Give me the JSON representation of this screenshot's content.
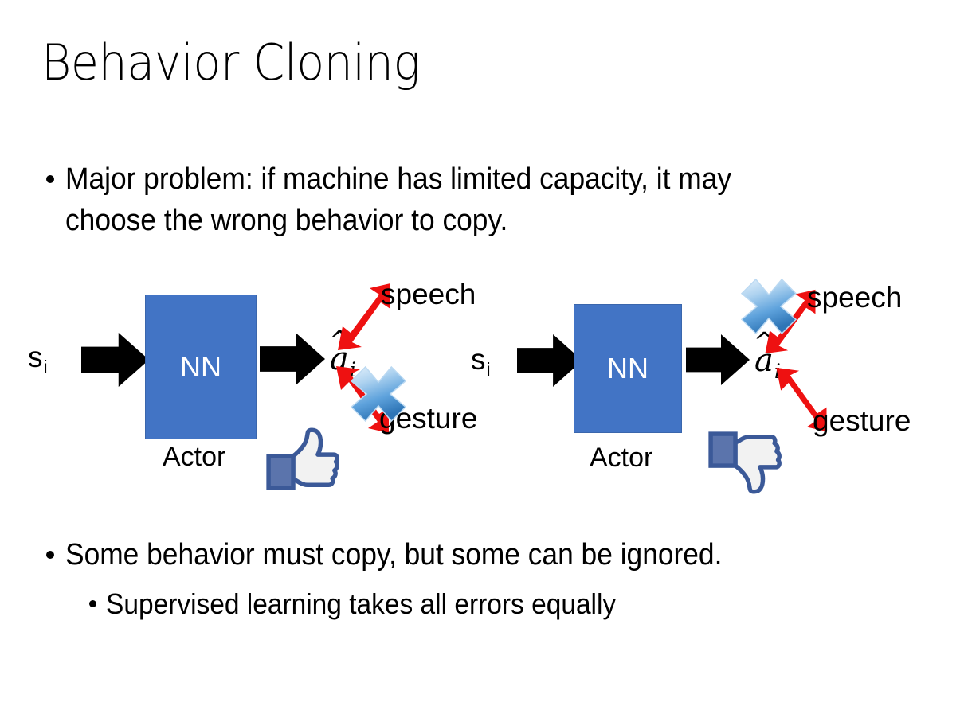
{
  "slide": {
    "title": "Behavior Cloning",
    "background_color": "#FFFFFF"
  },
  "bullets": [
    {
      "id": "major-problem",
      "level": 1,
      "text": "Major problem: if machine has limited capacity, it may choose the wrong behavior to copy."
    },
    {
      "id": "some-behavior",
      "level": 1,
      "text": "Some behavior must copy, but some can be ignored."
    },
    {
      "id": "supervised-learning",
      "level": 2,
      "text": "Supervised learning takes all errors equally"
    }
  ],
  "diagrams": [
    {
      "id": "left",
      "input_label": "s",
      "input_subscript": "i",
      "network_label": "NN",
      "network_caption": "Actor",
      "output_label": "a",
      "output_subscript": "i",
      "output_hat": "^",
      "branches": [
        {
          "name": "speech",
          "label": "speech",
          "direction": "up",
          "crossed_out": false
        },
        {
          "name": "gesture",
          "label": "gesture",
          "direction": "down",
          "crossed_out": true
        }
      ],
      "feedback_icon": "thumbs-up",
      "network_color": "#4274C5",
      "arrow_color": "#EE1111",
      "cross_color": "#4A90D9"
    },
    {
      "id": "right",
      "input_label": "s",
      "input_subscript": "i",
      "network_label": "NN",
      "network_caption": "Actor",
      "output_label": "a",
      "output_subscript": "i",
      "output_hat": "^",
      "branches": [
        {
          "name": "speech",
          "label": "speech",
          "direction": "up",
          "crossed_out": true
        },
        {
          "name": "gesture",
          "label": "gesture",
          "direction": "down",
          "crossed_out": false
        }
      ],
      "feedback_icon": "thumbs-down",
      "network_color": "#4274C5",
      "arrow_color": "#EE1111",
      "cross_color": "#4A90D9"
    }
  ]
}
